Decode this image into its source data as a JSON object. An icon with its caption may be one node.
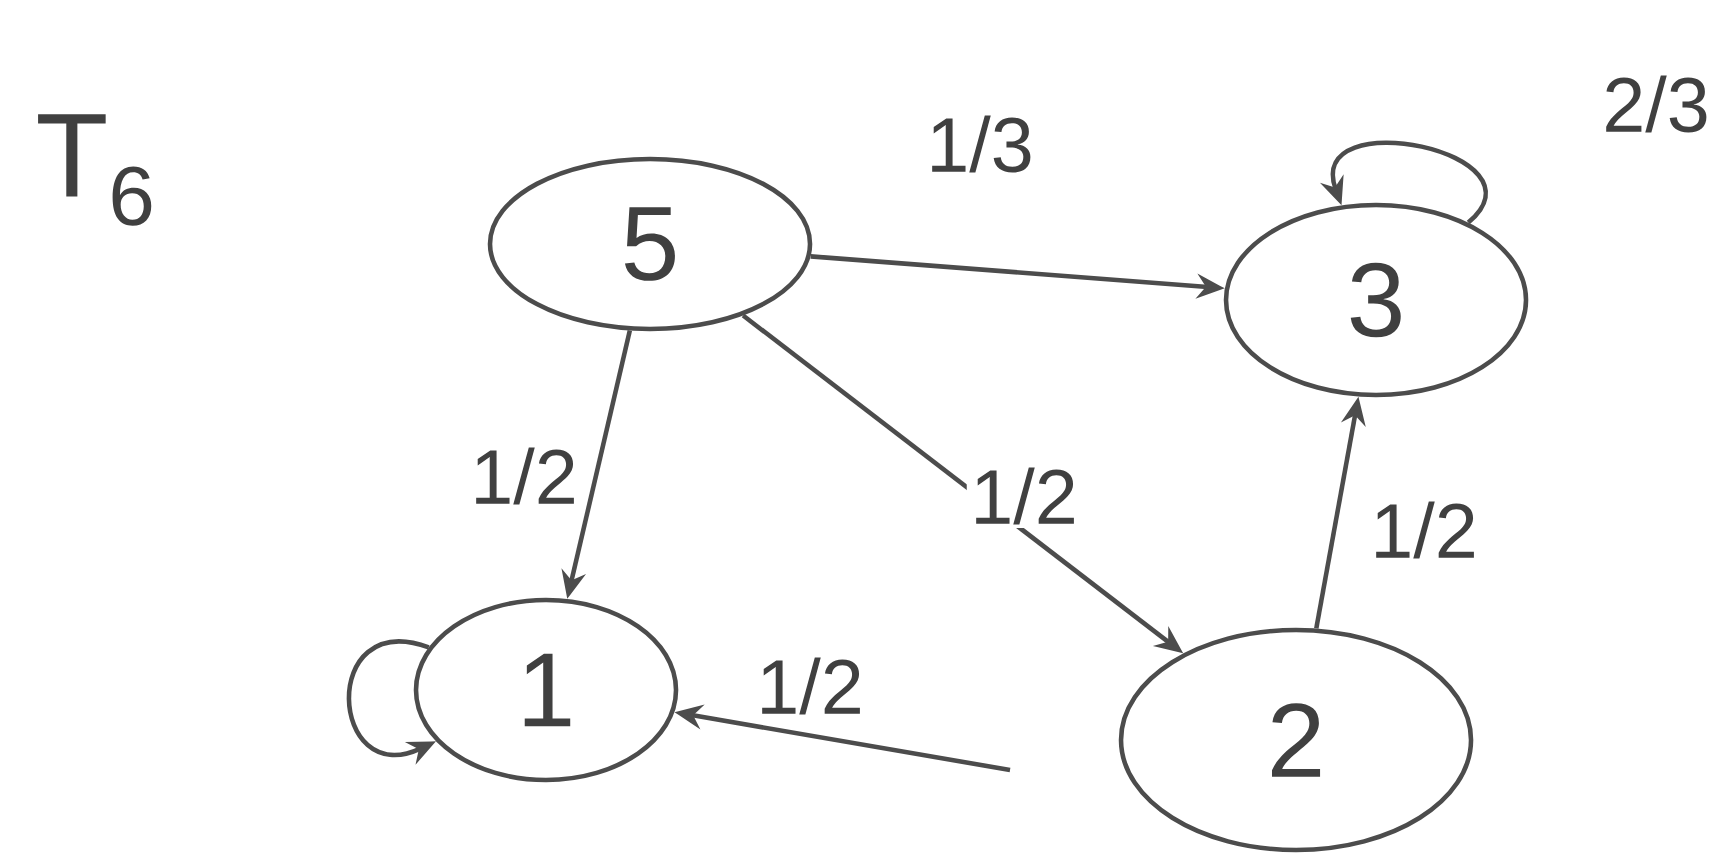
{
  "diagram": {
    "title": "T$_{6}$",
    "nodes": [
      {
        "text": [
          "5"
        ]
      },
      {
        "text": [
          "3"
        ]
      },
      {
        "text": [
          "1"
        ]
      },
      {
        "text": [
          "2"
        ]
      }
    ],
    "edges": [
      {
        "from": 0,
        "to": 1,
        "arrow": "to",
        "label": "1/3"
      },
      {
        "from": 0,
        "to": 2,
        "arrow": "to",
        "label": "1/2"
      },
      {
        "from": 0,
        "to": 3,
        "arrow": "to",
        "label": "1/2"
      },
      {
        "from": 3,
        "to": 1,
        "arrow": "to",
        "label": "1/2"
      },
      {
        "from": 1,
        "to": 1,
        "arrow": "to",
        "label": "2/3"
      },
      {
        "from": 2,
        "to": 2,
        "arrow": "to"
      },
      {
        "from": null,
        "to": 2,
        "arrow": "to",
        "label": "1/2"
      }
    ]
  }
}
